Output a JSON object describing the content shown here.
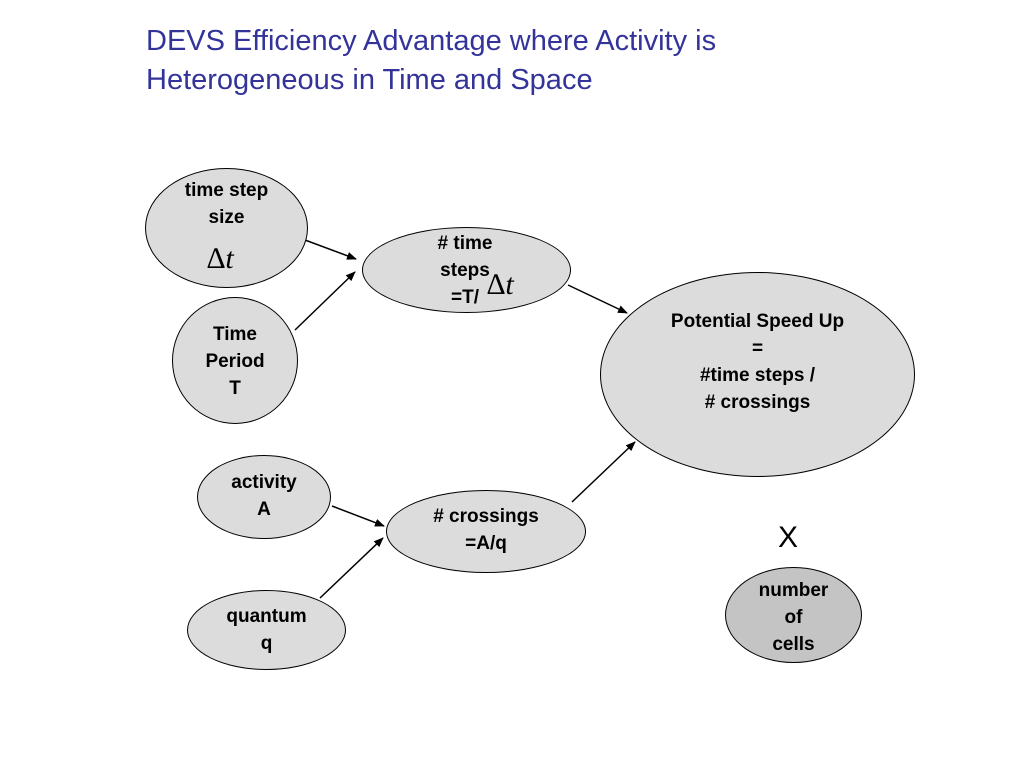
{
  "title": {
    "line1": "DEVS Efficiency Advantage where Activity is",
    "line2": "Heterogeneous in Time and Space"
  },
  "nodes": {
    "time_step_size": {
      "line1": "time step",
      "line2": "size",
      "symbol": "∆",
      "symbol_var": "t"
    },
    "time_period": {
      "line1": "Time",
      "line2": "Period",
      "line3": "T"
    },
    "num_time_steps": {
      "line1": "# time",
      "line2": "steps",
      "line3": "=T/",
      "symbol": "∆",
      "symbol_var": "t"
    },
    "potential_speed_up": {
      "line1": "Potential Speed Up",
      "line2": "=",
      "line3": "#time steps /",
      "line4": "# crossings"
    },
    "activity": {
      "line1": "activity",
      "line2": "A"
    },
    "quantum": {
      "line1": "quantum",
      "line2": "q"
    },
    "num_crossings": {
      "line1": "# crossings",
      "line2": "=A/q"
    },
    "number_of_cells": {
      "line1": "number",
      "line2": "of",
      "line3": "cells"
    }
  },
  "multiply_symbol": "X",
  "colors": {
    "title": "#33339a",
    "node_fill": "#dcdcdc",
    "node_fill_dark": "#c4c4c4",
    "stroke": "#000000"
  }
}
